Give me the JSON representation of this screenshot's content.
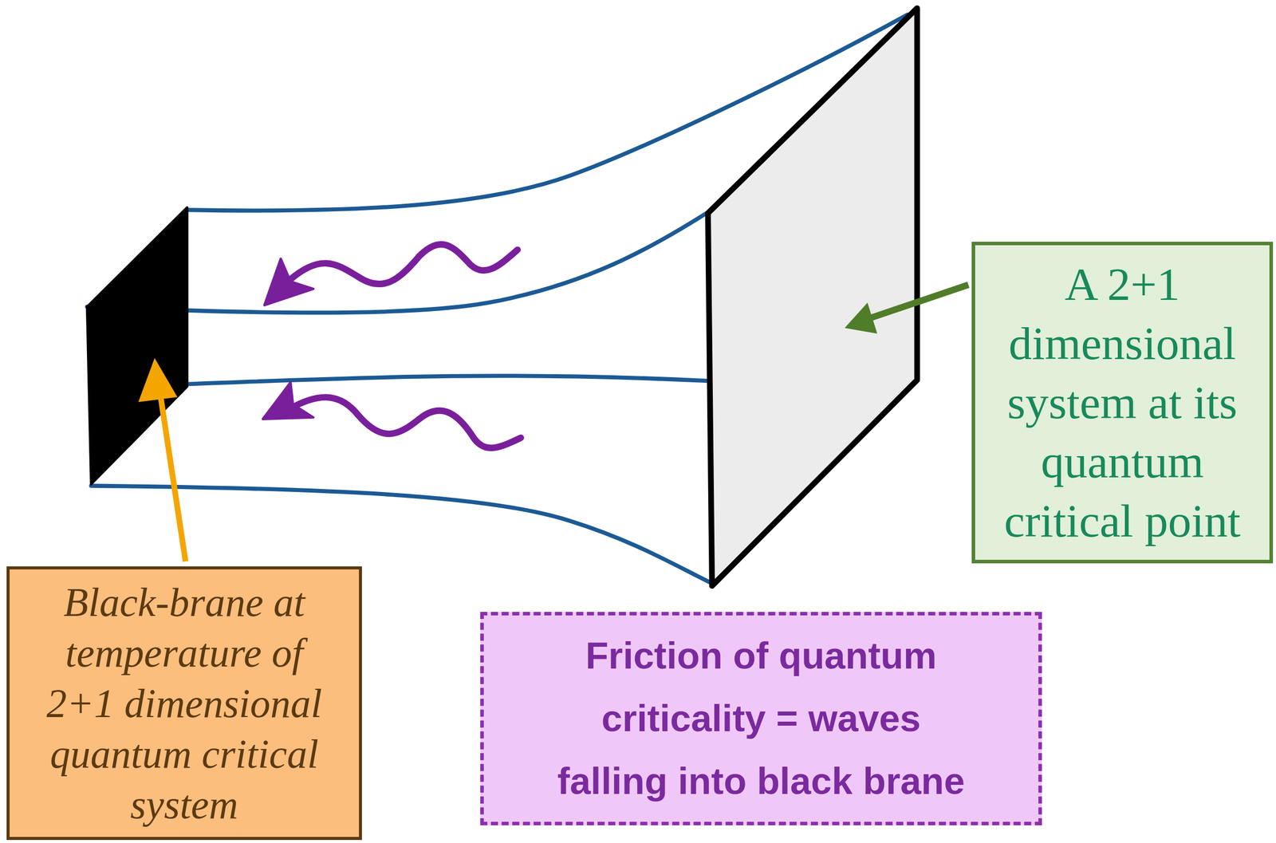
{
  "diagram": {
    "nodes": [
      {
        "text": [
          "A 2+1 dimensional system at its quantum critical point"
        ]
      },
      {
        "text": [
          "Black-brane at temperature of 2+1 dimensional quantum critical system"
        ]
      },
      {
        "text": [
          "Friction of quantum criticality = waves falling into black brane"
        ]
      }
    ]
  }
}
